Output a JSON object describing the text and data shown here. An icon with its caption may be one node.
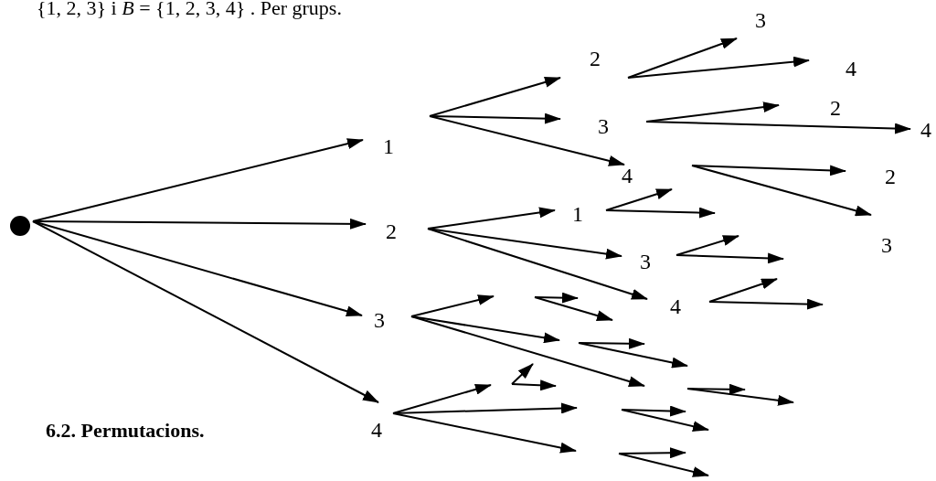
{
  "diagram": {
    "nodes": [
      {
        "text": [],
        "shape": "circle"
      },
      {
        "text": [
          "1"
        ]
      },
      {
        "text": [
          "2"
        ]
      },
      {
        "text": [
          "3"
        ]
      },
      {
        "text": [
          "4"
        ]
      },
      {
        "text": [
          "2"
        ]
      },
      {
        "text": [
          "3"
        ]
      },
      {
        "text": [
          "4"
        ]
      },
      {
        "text": [
          "3"
        ]
      },
      {
        "text": [
          "4"
        ]
      },
      {
        "text": [
          "2"
        ]
      },
      {
        "text": [
          "4"
        ]
      },
      {
        "text": [
          "2"
        ]
      },
      {
        "text": [
          "3"
        ]
      },
      {
        "text": [
          "1"
        ]
      },
      {
        "text": [
          "3"
        ]
      },
      {
        "text": [
          "4"
        ]
      }
    ],
    "edges": [
      {
        "from": 0,
        "to": 1,
        "arrow": "to"
      },
      {
        "from": 0,
        "to": 2,
        "arrow": "to"
      },
      {
        "from": 0,
        "to": 3,
        "arrow": "to"
      },
      {
        "from": 0,
        "to": 4,
        "arrow": "to"
      },
      {
        "from": 1,
        "to": 5,
        "arrow": "to"
      },
      {
        "from": 1,
        "to": 6,
        "arrow": "to"
      },
      {
        "from": 1,
        "to": 7,
        "arrow": "to"
      },
      {
        "from": 5,
        "to": 8,
        "arrow": "to"
      },
      {
        "from": 5,
        "to": 9,
        "arrow": "to"
      },
      {
        "from": 6,
        "to": 10,
        "arrow": "to"
      },
      {
        "from": 6,
        "to": 11,
        "arrow": "to"
      },
      {
        "from": 7,
        "to": 12,
        "arrow": "to"
      },
      {
        "from": 7,
        "to": 13,
        "arrow": "to"
      },
      {
        "from": 2,
        "to": 14,
        "arrow": "to"
      },
      {
        "from": 2,
        "to": 15,
        "arrow": "to"
      },
      {
        "from": 2,
        "to": 16,
        "arrow": "to"
      },
      {
        "from": 14,
        "to": null,
        "arrow": "to"
      },
      {
        "from": 14,
        "to": null,
        "arrow": "to"
      },
      {
        "from": 15,
        "to": null,
        "arrow": "to"
      },
      {
        "from": 15,
        "to": null,
        "arrow": "to"
      },
      {
        "from": 16,
        "to": null,
        "arrow": "to"
      },
      {
        "from": 16,
        "to": null,
        "arrow": "to"
      },
      {
        "from": 3,
        "to": null,
        "arrow": "to"
      },
      {
        "from": 3,
        "to": null,
        "arrow": "to"
      },
      {
        "from": 3,
        "to": null,
        "arrow": "to"
      },
      {
        "from": 4,
        "to": null,
        "arrow": "to"
      },
      {
        "from": 4,
        "to": null,
        "arrow": "to"
      },
      {
        "from": 4,
        "to": null,
        "arrow": "to"
      }
    ],
    "labels": [
      "{1, 2, 3} i *B* = {1, 2, 3, 4} . Per grups.",
      "6.2. Permutacions."
    ]
  }
}
